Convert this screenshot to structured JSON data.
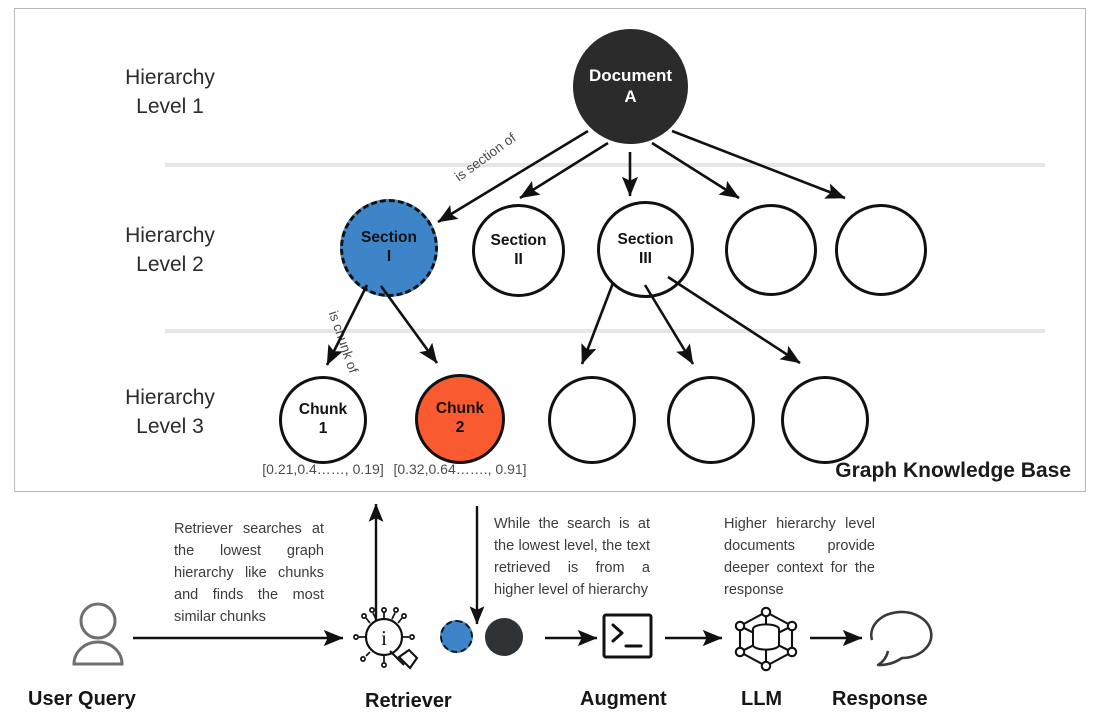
{
  "panel": {
    "caption": "Graph Knowledge Base",
    "levels": [
      {
        "id": "level-1",
        "label": "Hierarchy\nLevel 1"
      },
      {
        "id": "level-2",
        "label": "Hierarchy\nLevel 2"
      },
      {
        "id": "level-3",
        "label": "Hierarchy\nLevel 3"
      }
    ],
    "edge_labels": {
      "section": "is section of",
      "chunk": "is chunk of"
    },
    "nodes": {
      "document": {
        "line1": "Document",
        "line2": "A"
      },
      "level2": [
        {
          "line1": "Section",
          "line2": "I",
          "style": "blue"
        },
        {
          "line1": "Section",
          "line2": "II",
          "style": "plain"
        },
        {
          "line1": "Section",
          "line2": "III",
          "style": "plain"
        },
        {
          "line1": "",
          "line2": "",
          "style": "plain"
        },
        {
          "line1": "",
          "line2": "",
          "style": "plain"
        }
      ],
      "level3": [
        {
          "line1": "Chunk",
          "line2": "1",
          "style": "plain"
        },
        {
          "line1": "Chunk",
          "line2": "2",
          "style": "orange"
        },
        {
          "line1": "",
          "line2": "",
          "style": "plain"
        },
        {
          "line1": "",
          "line2": "",
          "style": "plain"
        },
        {
          "line1": "",
          "line2": "",
          "style": "plain"
        }
      ]
    },
    "vectors": [
      "[0.21,0.4……, 0.19]",
      "[0.32,0.64……., 0.91]"
    ]
  },
  "annotations": [
    "Retriever searches at the lowest graph hierarchy like chunks and finds the most similar chunks",
    "While the search is at the lowest level, the text retrieved is from a higher level of hierarchy",
    "Higher hierarchy level documents provide deeper context for the response"
  ],
  "pipeline": {
    "steps": [
      {
        "label": "User Query",
        "icon": "user-icon"
      },
      {
        "label": "Retriever",
        "icon": "magnifier-info-icon"
      },
      {
        "label": "Augment",
        "icon": "terminal-icon"
      },
      {
        "label": "LLM",
        "icon": "neural-network-database-icon"
      },
      {
        "label": "Response",
        "icon": "speech-bubble-icon"
      }
    ]
  },
  "colors": {
    "blue": "#3d85c8",
    "orange": "#fa5a30",
    "dark": "#2b2b2b",
    "panel_border": "#b8b8b8",
    "divider": "#e6e6e6"
  }
}
